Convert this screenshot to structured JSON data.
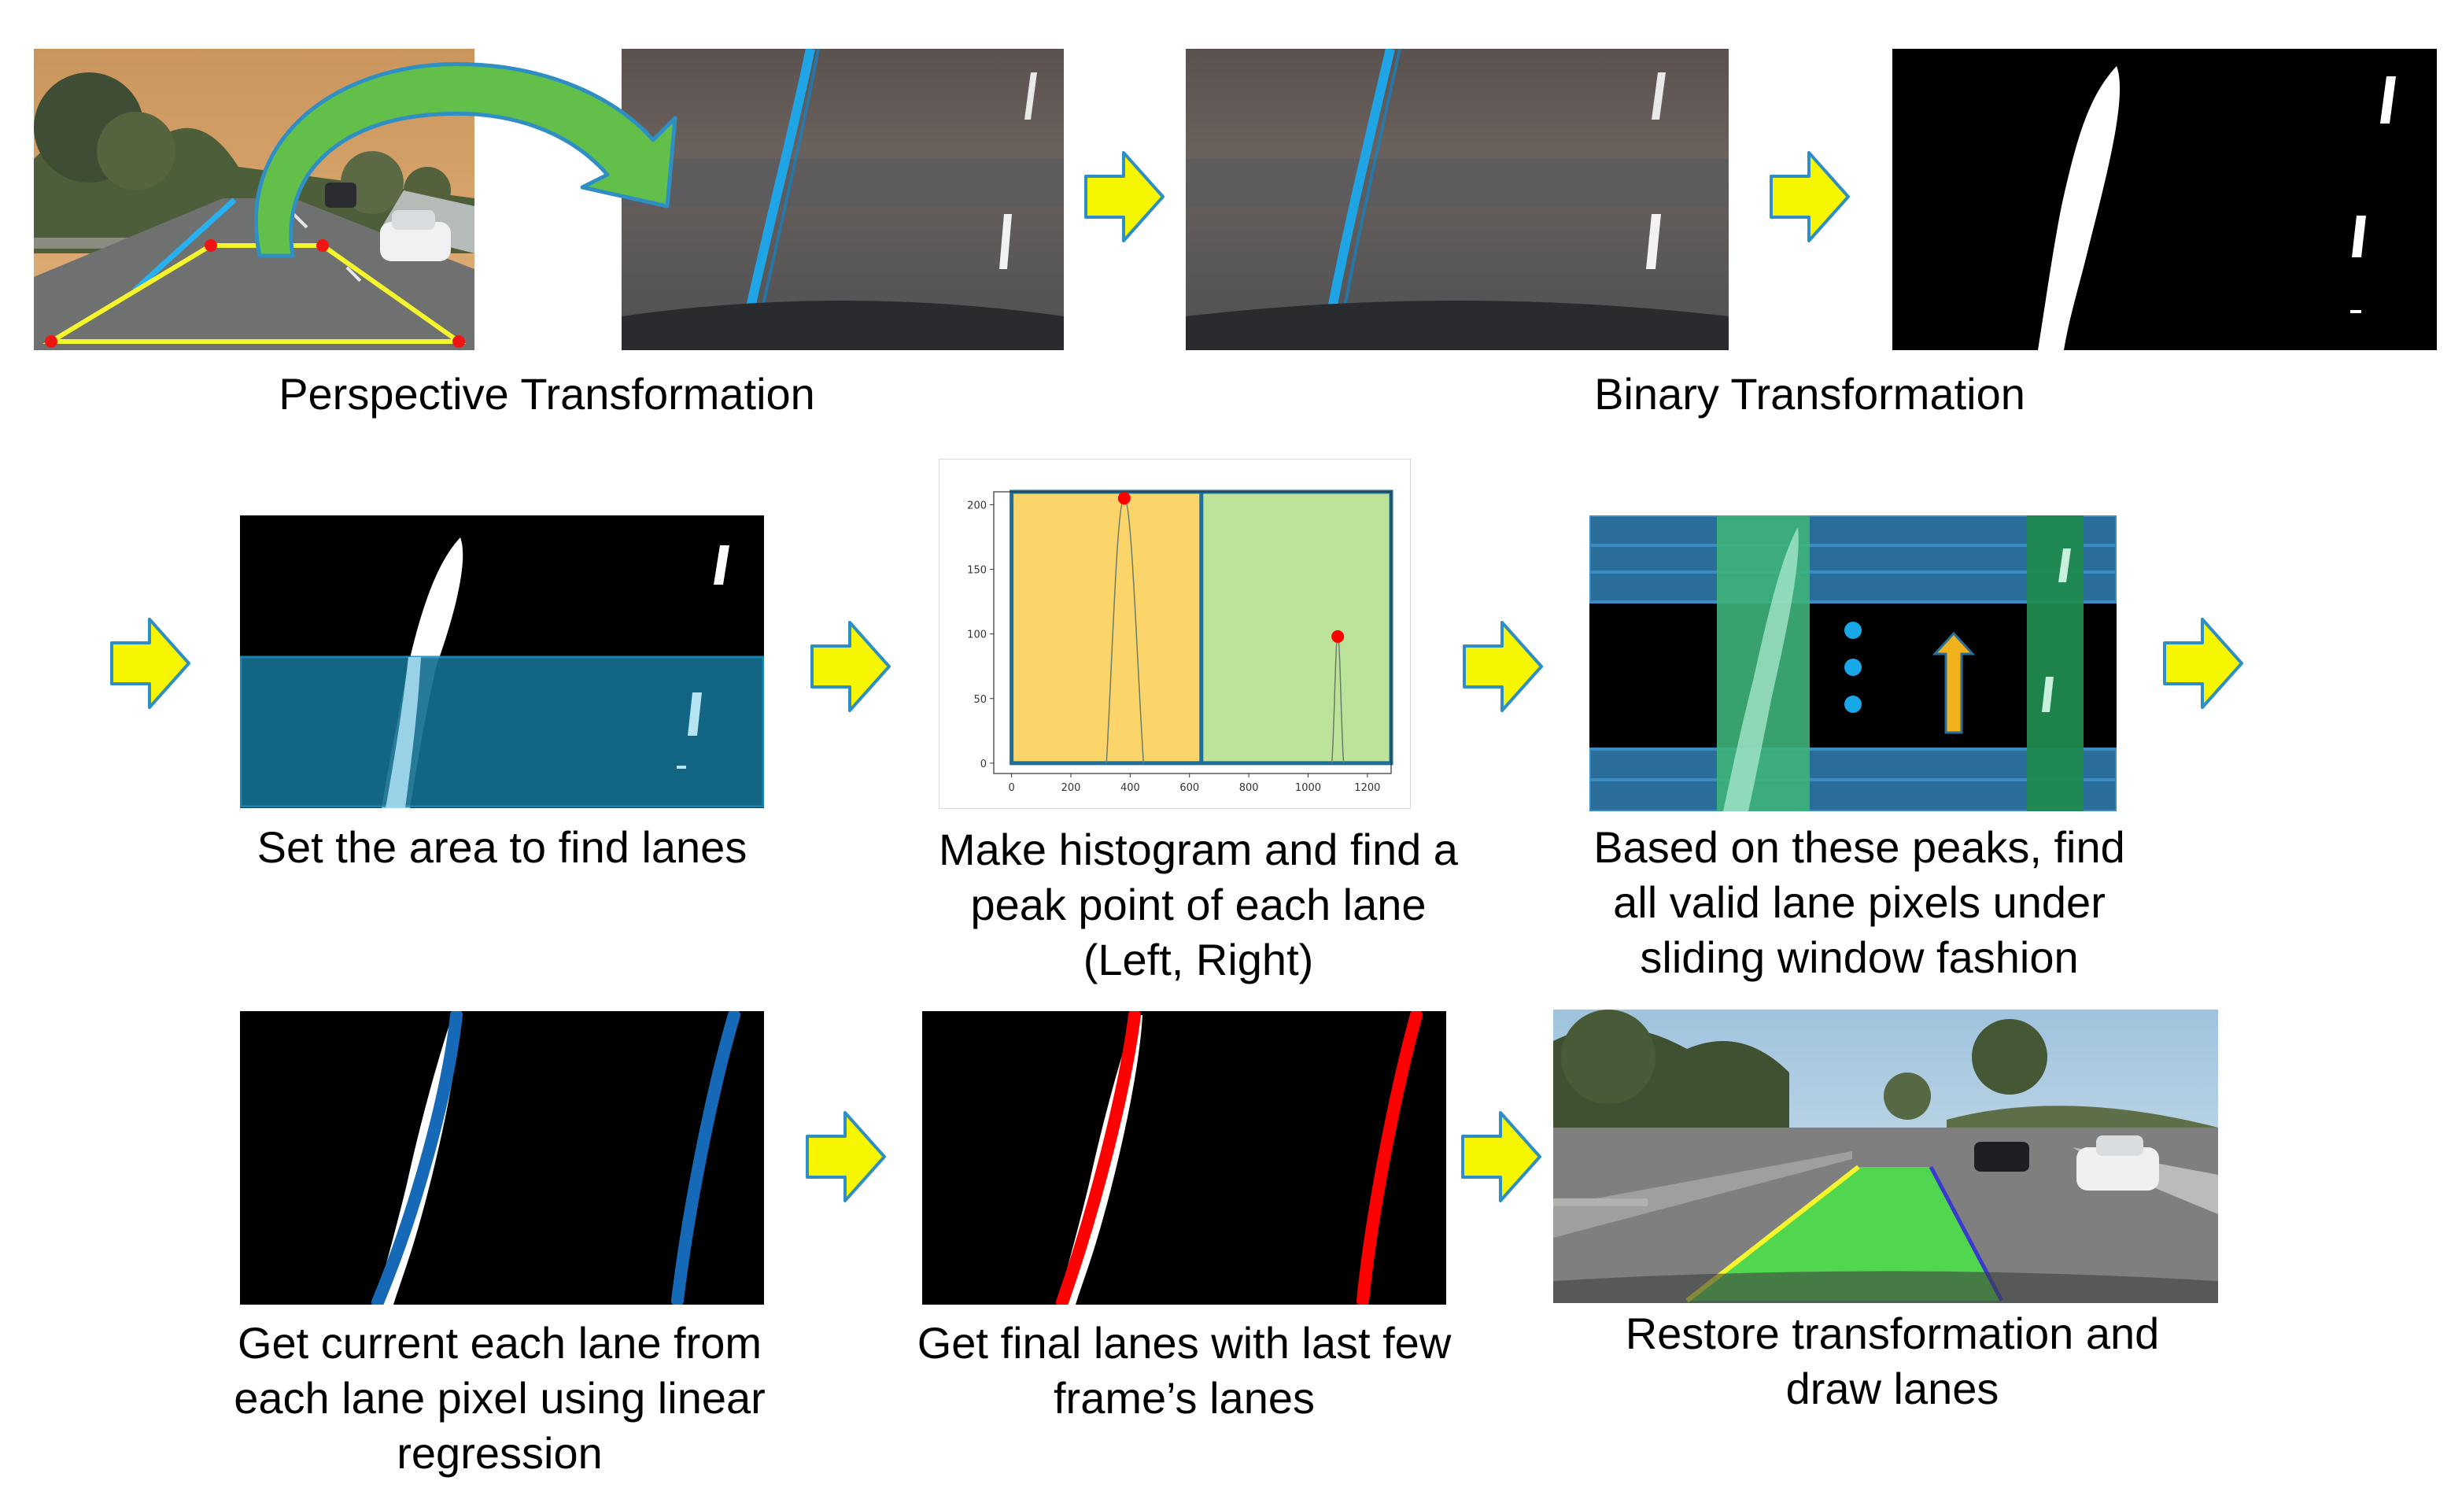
{
  "captions": {
    "perspective": "Perspective Transformation",
    "binary": "Binary Transformation",
    "set_area": "Set the area to find lanes",
    "histogram": [
      "Make histogram and find a",
      "peak point of each lane",
      "(Left, Right)"
    ],
    "sliding": [
      "Based on these peaks, find",
      "all valid lane pixels under",
      "sliding window fashion"
    ],
    "regression": [
      "Get current each lane from",
      "each lane pixel using linear",
      "regression"
    ],
    "final": [
      "Get final lanes with last few",
      "frame’s lanes"
    ],
    "restore": [
      "Restore transformation and",
      "draw lanes"
    ]
  },
  "colors": {
    "arrow_fill": "#f6f600",
    "arrow_stroke": "#2f8fc4",
    "search_area": "#156f8f",
    "hist_left": "#fcd56a",
    "hist_right": "#bde39a",
    "hist_border": "#1e6f9a",
    "peak": "#ff0000",
    "window_band": "#2a6d9a",
    "window_left": "#3fb27a",
    "window_right": "#1f8a4f",
    "dots": "#18a8e8",
    "up_arrow": "#f2b21e",
    "fit_blue": "#1669b6",
    "fit_red": "#ff0000",
    "lane_area": "#4ce04a"
  },
  "icons": {
    "flow_arrow": "right-arrow-icon",
    "curved_arrow": "curved-arrow-icon",
    "up_arrow": "up-arrow-icon",
    "dots": "ellipsis-dots-icon"
  },
  "chart_data": {
    "type": "histogram",
    "x": [
      0,
      200,
      400,
      600,
      800,
      1000,
      1200
    ],
    "xlim": [
      -60,
      1280
    ],
    "ylim": [
      -8,
      210
    ],
    "y_ticks": [
      0,
      50,
      100,
      150,
      200
    ],
    "x_tick_labels": [
      "0",
      "200",
      "400",
      "600",
      "800",
      "1000",
      "1200"
    ],
    "y_tick_labels": [
      "0",
      "50",
      "100",
      "150",
      "200"
    ],
    "split_x": 640,
    "peaks": [
      {
        "side": "Left",
        "x": 380,
        "y": 205
      },
      {
        "side": "Right",
        "x": 1100,
        "y": 98
      }
    ]
  }
}
